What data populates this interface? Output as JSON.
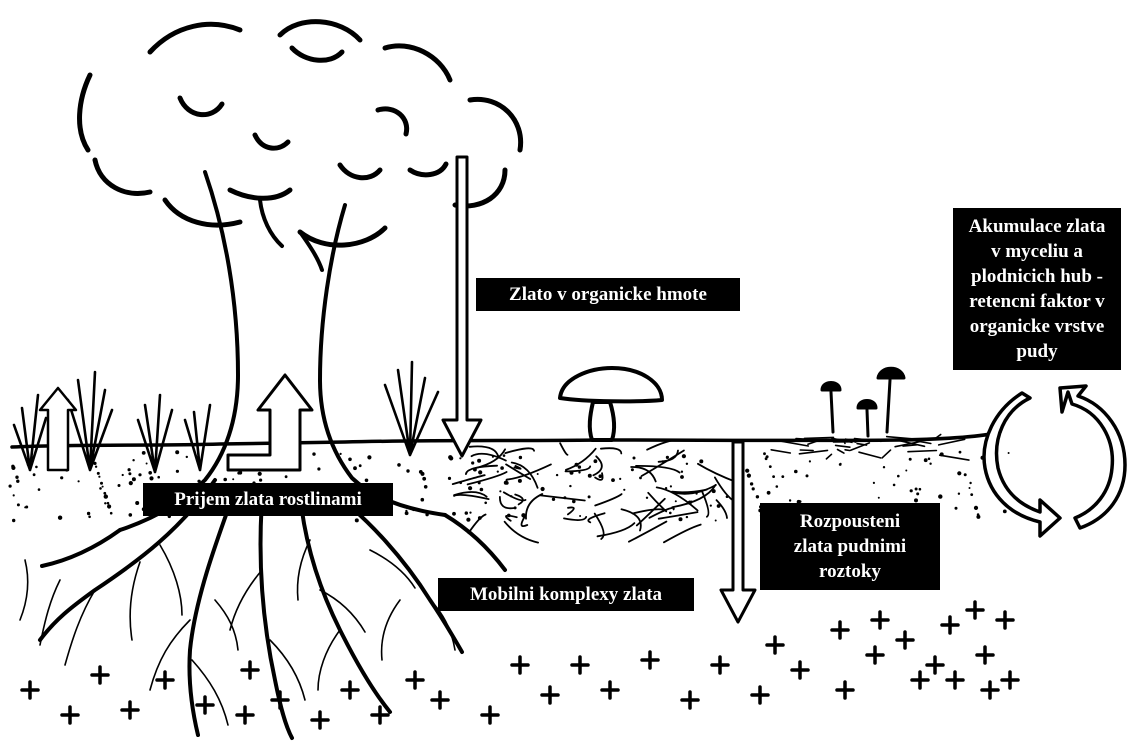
{
  "labels": {
    "gold_in_organic_matter": "Zlato v organicke hmote",
    "plant_uptake": "Prijem zlata rostlinami",
    "mobile_complexes": "Mobilni komplexy zlata",
    "dissolution": [
      "Rozpousteni",
      "zlata pudnimi",
      "roztoky"
    ],
    "fungi_accumulation": [
      "Akumulace zlata",
      "v myceliu a",
      "plodnicich hub -",
      "retencni faktor v",
      "organicke vrstve",
      "pudy"
    ]
  },
  "icons": [
    "tree",
    "grass-tuft",
    "mushroom",
    "mycelium",
    "root-system",
    "gold-particle",
    "cycle-arrows",
    "up-arrow",
    "down-arrow"
  ],
  "colors": {
    "ink": "#000000",
    "paper": "#ffffff"
  }
}
